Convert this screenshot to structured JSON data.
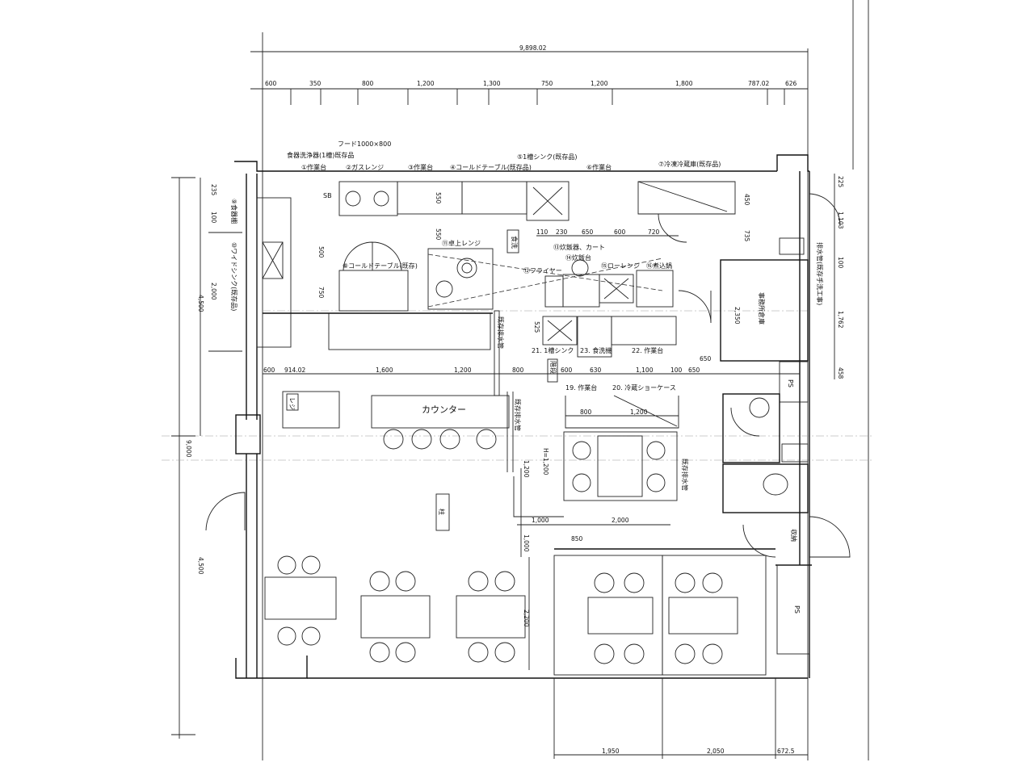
{
  "dimensions": {
    "total_width": "9,898.02",
    "top_segments": [
      "600",
      "350",
      "800",
      "1,200",
      "1,300",
      "750",
      "1,200",
      "1,800",
      "787.02",
      "626"
    ],
    "mid_segments": [
      "600",
      "914.02",
      "1,600",
      "1,200",
      "800",
      "600",
      "630",
      "1,100",
      "100",
      "650"
    ],
    "left_total": "9,000",
    "left_upper": "4,500",
    "left_lower": "4,500",
    "left_small": [
      "235",
      "100",
      "2,000"
    ],
    "right_segments": [
      "225",
      "1,103",
      "100",
      "1,762",
      "458"
    ],
    "bottom_segments": [
      "1,950",
      "2,050",
      "672.5"
    ],
    "kitchen_vertical": [
      "550",
      "750",
      "500",
      "550",
      "525",
      "450",
      "735"
    ],
    "kitchen_horizontal": [
      "110",
      "230",
      "650",
      "600",
      "720"
    ],
    "seating": [
      "1,200",
      "1,000",
      "1,000",
      "2,000",
      "850",
      "2,200"
    ],
    "counter_lower": [
      "800",
      "1,200"
    ],
    "showcase_height": "H=1,200",
    "storage_width": "2,350",
    "door_width": "650"
  },
  "labels": {
    "hood": "フード1000×800",
    "dishwasher": "食器洗浄器(1槽)既存品",
    "work_table_1": "①作業台",
    "gas_range": "②ガスレンジ",
    "work_table_2": "③作業台",
    "cold_table": "④コールドテーブル(既存品)",
    "sink_1": "⑤1槽シンク(既存品)",
    "work_table_3": "⑥作業台",
    "fridge": "⑦冷凍冷蔵庫(既存品)",
    "cold_table_2": "⑧コールドテーブル(既存)",
    "dish_rack": "⑨食器棚",
    "wide_sink": "⑩ワイドシンク(既存品)",
    "table_range": "⑪卓上レンジ",
    "fryer": "⑫フライヤー",
    "rice_cooker": "⑬炊飯器、カート",
    "stand": "⑭炊飯台",
    "low_range": "⑮ローレンジ",
    "boiler": "⑯煮込鍋",
    "dw": "食洗",
    "sink_21": "21. 1槽シンク",
    "dish_washer_23": "23. 食洗機",
    "work_22": "22. 作業台",
    "work_19": "19. 作業台",
    "showcase_20": "20. 冷蔵ショーケース",
    "counter": "カウンター",
    "register": "レジ",
    "storage": "事務所倉庫",
    "ps": "PS",
    "ps2": "PS",
    "piping_1": "既存排水管",
    "piping_2": "既存排水管",
    "piping_3": "既存排水管",
    "piping_4": "排水管(既存手洗工事)",
    "cabinet": "収納",
    "register_small": "階段",
    "pillar": "柱",
    "sb": "SB"
  }
}
